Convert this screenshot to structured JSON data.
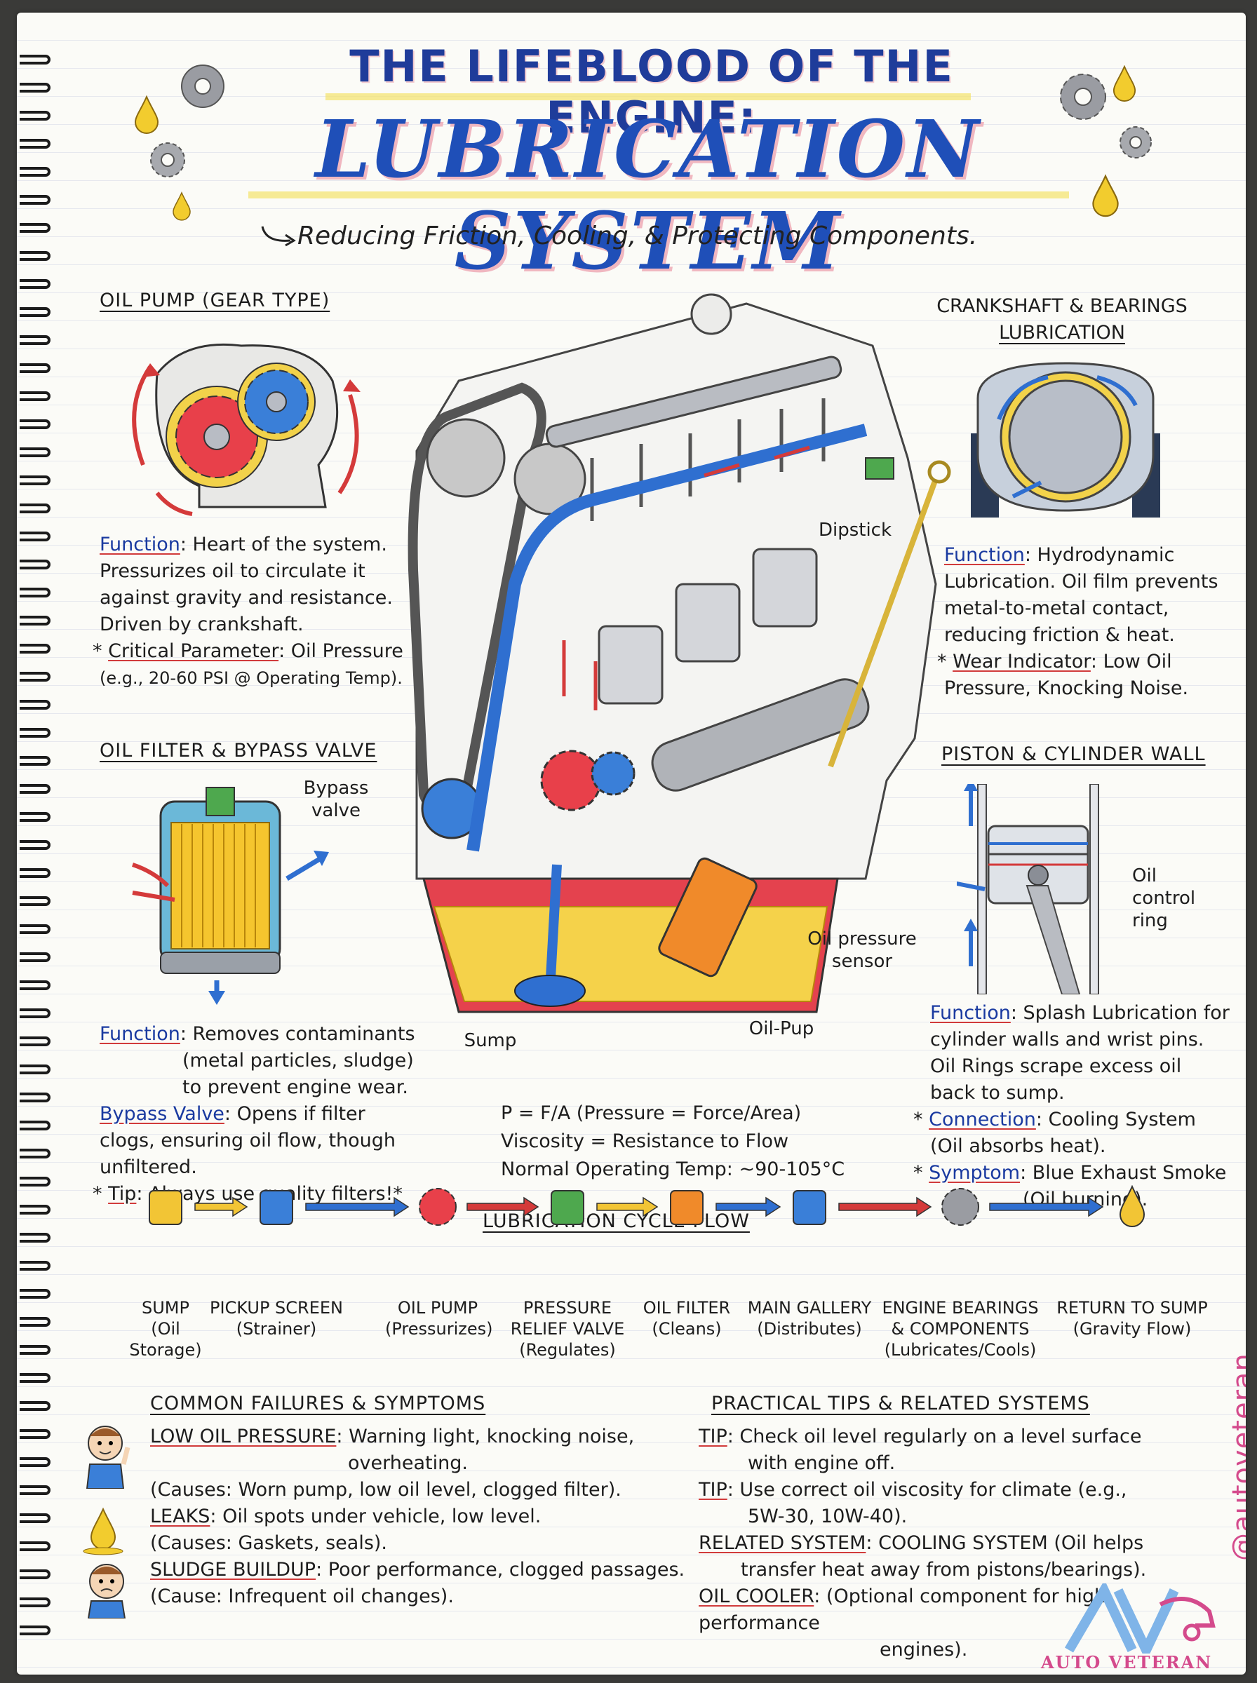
{
  "header": {
    "title_line1": "THE LIFEBLOOD OF THE ENGINE:",
    "title_line2": "LUBRICATION SYSTEM",
    "subtitle": "Reducing Friction, Cooling, & Protecting Components."
  },
  "oil_pump": {
    "heading": "OIL PUMP (GEAR TYPE)",
    "function_label": "Function",
    "function_text1": ": Heart of the system.",
    "function_text2": "Pressurizes oil to circulate it",
    "function_text3": "against gravity and resistance.",
    "function_text4": "Driven by crankshaft.",
    "critical_bullet": "* ",
    "critical_label": "Critical Parameter",
    "critical_text": ": Oil Pressure",
    "critical_example": "(e.g., 20-60 PSI @ Operating Temp)."
  },
  "oil_filter": {
    "heading": "OIL FILTER & BYPASS VALVE",
    "bypass_label": "Bypass valve",
    "function_label": "Function",
    "function_text1": ": Removes contaminants",
    "function_text2": "(metal particles, sludge)",
    "function_text3": "to prevent engine wear.",
    "bypass_valve_label": "Bypass Valve",
    "bypass_text1": ": Opens if filter",
    "bypass_text2": "clogs, ensuring oil flow, though",
    "bypass_text3": "unfiltered.",
    "tip_bullet": "* ",
    "tip_label": "Tip",
    "tip_text": ": Always use quality filters!*"
  },
  "engine": {
    "dipstick_label": "Dipstick",
    "pressure_sensor_label": "Oil pressure sensor",
    "sump_label": "Sump",
    "oil_pup_label": "Oil-Pup"
  },
  "formulas": {
    "line1": "P = F/A  (Pressure = Force/Area)",
    "line2": "Viscosity = Resistance to Flow",
    "line3": "Normal Operating Temp: ~90-105°C"
  },
  "crankshaft": {
    "heading1": "CRANKSHAFT & BEARINGS",
    "heading2": "LUBRICATION",
    "function_label": "Function",
    "function_text1": ": Hydrodynamic",
    "function_text2": "Lubrication. Oil film prevents",
    "function_text3": "metal-to-metal contact,",
    "function_text4": "reducing friction & heat.",
    "wear_bullet": "* ",
    "wear_label": "Wear Indicator",
    "wear_text": ": Low Oil",
    "wear_text2": "Pressure, Knocking Noise."
  },
  "piston": {
    "heading": "PISTON & CYLINDER WALL",
    "oil_control_ring_label": "Oil control ring",
    "function_label": "Function",
    "function_text1": ": Splash Lubrication for",
    "function_text2": "cylinder walls and wrist pins.",
    "function_text3": "Oil Rings scrape excess oil",
    "function_text4": "back to sump.",
    "connection_bullet": "* ",
    "connection_label": "Connection",
    "connection_text": ": Cooling System",
    "connection_text2": "(Oil absorbs heat).",
    "symptom_bullet": "* ",
    "symptom_label": "Symptom",
    "symptom_text": ": Blue Exhaust Smoke",
    "symptom_text2": "(Oil burning)."
  },
  "cycle": {
    "heading": "LUBRICATION CYCLE FLOW",
    "steps": [
      {
        "icon": "sump-icon",
        "title": "SUMP",
        "sub": "(Oil Storage)",
        "color": "#f2c535",
        "arrow": "#f2c535"
      },
      {
        "icon": "pickup-screen-icon",
        "title": "PICKUP SCREEN",
        "sub": "(Strainer)",
        "color": "#3a7fd8",
        "arrow": "#2f6fd0"
      },
      {
        "icon": "oil-pump-icon",
        "title": "OIL PUMP",
        "sub": "(Pressurizes)",
        "color": "#e8404a",
        "arrow": "#d43a3a"
      },
      {
        "icon": "relief-valve-icon",
        "title": "PRESSURE RELIEF VALVE",
        "sub": "(Regulates)",
        "color": "#4ea84e",
        "arrow": "#f2c535"
      },
      {
        "icon": "oil-filter-icon",
        "title": "OIL FILTER",
        "sub": "(Cleans)",
        "color": "#f08a2a",
        "arrow": "#2f6fd0"
      },
      {
        "icon": "main-gallery-icon",
        "title": "MAIN GALLERY",
        "sub": "(Distributes)",
        "color": "#3a7fd8",
        "arrow": "#d43a3a"
      },
      {
        "icon": "engine-bearings-icon",
        "title": "ENGINE BEARINGS & COMPONENTS",
        "sub": "(Lubricates/Cools)",
        "color": "#9a9ca2",
        "arrow": "#2f6fd0"
      },
      {
        "icon": "oil-drop-icon",
        "title": "RETURN TO SUMP",
        "sub": "(Gravity Flow)",
        "color": "#f2c535",
        "arrow": ""
      }
    ]
  },
  "failures": {
    "heading": "COMMON FAILURES & SYMPTOMS",
    "item1_label": "LOW OIL PRESSURE",
    "item1_text": ": Warning light, knocking noise,",
    "item1_text2": "overheating.",
    "item1_causes": "(Causes: Worn pump, low oil level, clogged filter).",
    "item2_label": "LEAKS",
    "item2_text": ": Oil spots under vehicle, low level.",
    "item2_causes": "(Causes: Gaskets, seals).",
    "item3_label": "SLUDGE BUILDUP",
    "item3_text": ": Poor performance, clogged passages.",
    "item3_causes": "(Cause: Infrequent oil changes)."
  },
  "tips": {
    "heading": "PRACTICAL TIPS & RELATED SYSTEMS",
    "tip1_label": "TIP",
    "tip1_text": ": Check oil level regularly on a level surface",
    "tip1_text2": "with engine off.",
    "tip2_label": "TIP",
    "tip2_text": ": Use correct oil viscosity for climate (e.g.,",
    "tip2_text2": "5W-30, 10W-40).",
    "related_label": "RELATED SYSTEM",
    "related_text": ": COOLING SYSTEM (Oil helps",
    "related_text2": "transfer heat away from pistons/bearings).",
    "cooler_label": "OIL COOLER",
    "cooler_text": ": (Optional component for high-performance",
    "cooler_text2": "engines)."
  },
  "watermark": {
    "handle": "@autoveteran",
    "logo_text": "AUTO VETERAN"
  }
}
